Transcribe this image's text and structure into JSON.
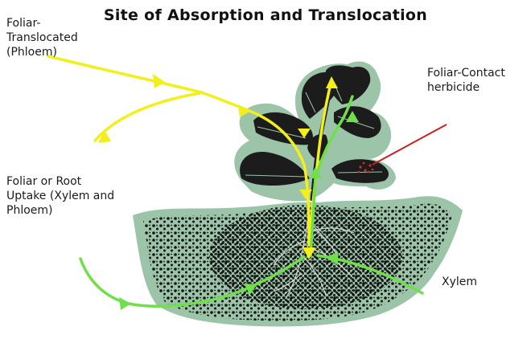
{
  "title": "Site of Absorption and Translocation",
  "labels": {
    "foliar_translocated": [
      "Foliar-",
      "Translocated",
      "(Phloem)"
    ],
    "foliar_contact": [
      "Foliar-Contact",
      "herbicide"
    ],
    "foliar_or_root": [
      "Foliar or Root",
      "Uptake (Xylem and",
      "Phloem)"
    ],
    "xylem": [
      "Xylem"
    ]
  },
  "colors": {
    "phloem_arrow": "#f2ef1c",
    "xylem_arrow": "#6fe04a",
    "contact_arrow": "#cc1f1f",
    "soil_background": "#9cc4a8",
    "soil_dots": "#111111",
    "leaf_dark": "#1c1c1c",
    "leaf_halo": "#9cc4a8",
    "contact_spots": "#d42a3a"
  }
}
